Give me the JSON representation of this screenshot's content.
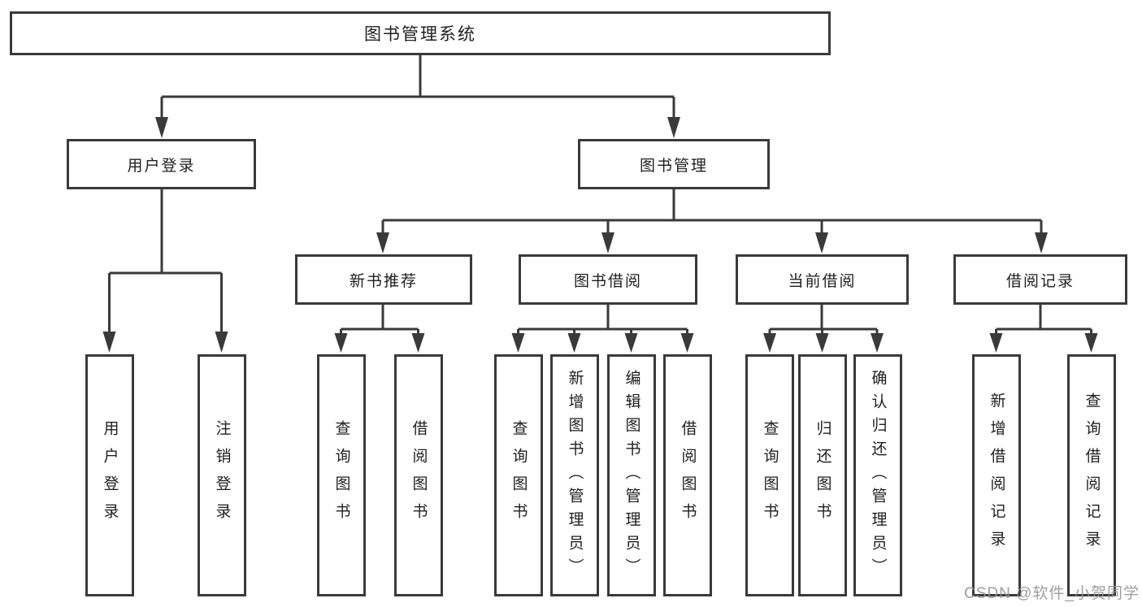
{
  "diagram": {
    "colors": {
      "line": "#3a3a3a",
      "text": "#1f1f1f",
      "watermark": "#949494",
      "background": "#ffffff"
    },
    "nodes": {
      "root": "图书管理系统",
      "login_branch": "用户登录",
      "mgmt_branch": "图书管理",
      "rec_branch": "新书推荐",
      "borrow_branch": "图书借阅",
      "current_branch": "当前借阅",
      "record_branch": "借阅记录",
      "leaf_user_login": "用户登录",
      "leaf_logout": "注销登录",
      "leaf_rec_query": "查询图书",
      "leaf_rec_borrow": "借阅图书",
      "leaf_borrow_query": "查询图书",
      "leaf_borrow_add": "新增图书（管理员）",
      "leaf_borrow_edit": "编辑图书（管理员）",
      "leaf_borrow_lend": "借阅图书",
      "leaf_current_query": "查询图书",
      "leaf_current_return": "归还图书",
      "leaf_current_confirm": "确认归还（管理员）",
      "leaf_record_add": "新增借阅记录",
      "leaf_record_query": "查询借阅记录"
    },
    "watermark": "CSDN @软件_小贺同学"
  }
}
